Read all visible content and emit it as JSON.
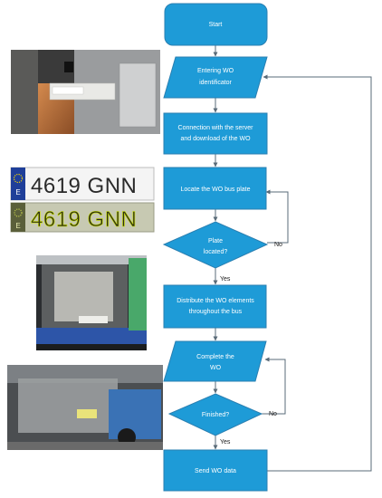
{
  "nodes": {
    "start": "Start",
    "enter_wo": [
      "Entering WO",
      "identificator"
    ],
    "connect": [
      "Connection with the server",
      "and download of the WO"
    ],
    "locate": "Locate the WO bus plate",
    "plate_located": [
      "Plate",
      "located?"
    ],
    "distribute": [
      "Distribute the WO elements",
      "throughout the bus"
    ],
    "complete": [
      "Complete the",
      "WO"
    ],
    "finished": "Finished?",
    "send": "Send WO data"
  },
  "edges": {
    "yes": "Yes",
    "no": "No"
  },
  "photos": {
    "plate_code": "E",
    "plate_number": "4619 GNN"
  },
  "colors": {
    "shape_fill": "#1e9bd7",
    "shape_stroke": "#2a7fb1",
    "arrow": "#5a6b78",
    "eu_blue": "#1f3f99"
  }
}
